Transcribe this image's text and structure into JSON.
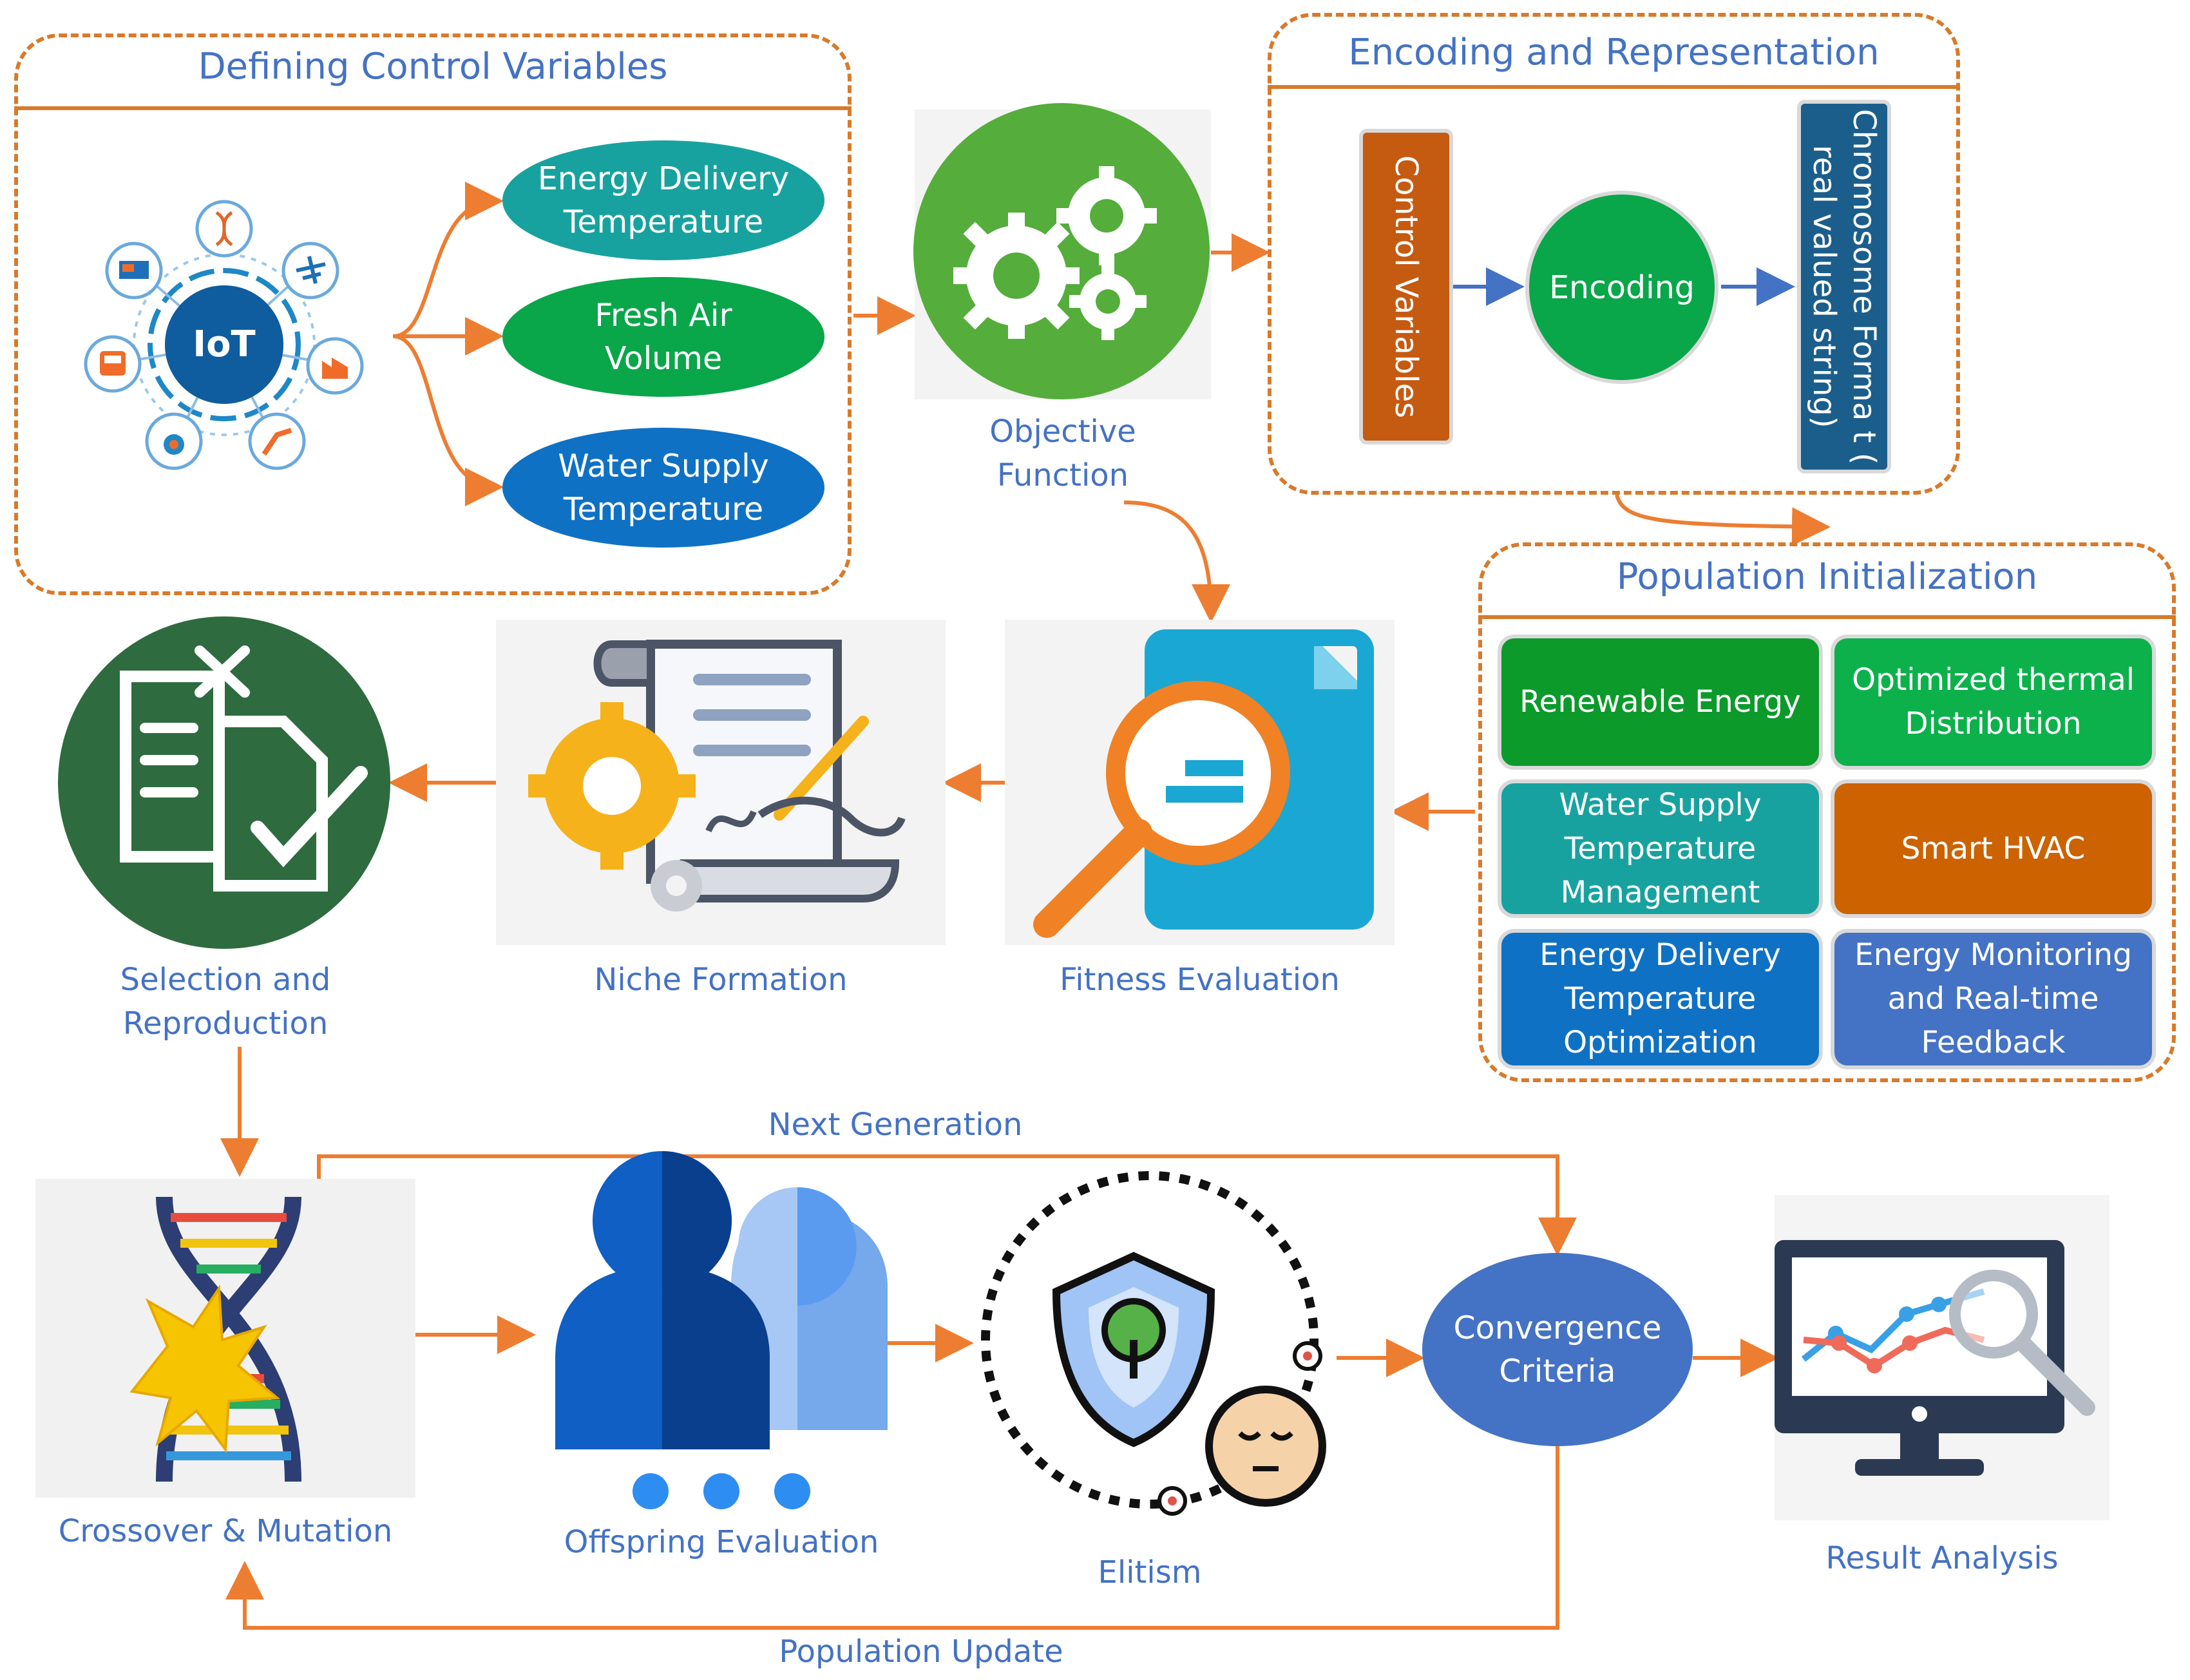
{
  "panels": {
    "control_variables": {
      "title": "Defining Control Variables",
      "center_badge": "IoT",
      "outputs": [
        {
          "line1": "Energy Delivery",
          "line2": "Temperature",
          "color": "#17a2a0"
        },
        {
          "line1": "Fresh Air",
          "line2": "Volume",
          "color": "#0aa64a"
        },
        {
          "line1": "Water Supply",
          "line2": "Temperature",
          "color": "#0f71c4"
        }
      ]
    },
    "encoding": {
      "title": "Encoding and Representation",
      "left_bar": "Control Variables",
      "circle": "Encoding",
      "right_bar_line1": "Chromosome Forma t (",
      "right_bar_line2": "real valued string)"
    },
    "population": {
      "title": "Population Initialization",
      "boxes": [
        {
          "line1": "Renewable Energy",
          "line2": "",
          "line3": "",
          "color": "#0c9a2b"
        },
        {
          "line1": "Optimized thermal",
          "line2": "Distribution",
          "line3": "",
          "color": "#0cb14b"
        },
        {
          "line1": "Water Supply",
          "line2": "Temperature",
          "line3": "Management",
          "color": "#17a2a0"
        },
        {
          "line1": "Smart HVAC",
          "line2": "",
          "line3": "",
          "color": "#cc6200"
        },
        {
          "line1": "Energy Delivery",
          "line2": "Temperature",
          "line3": "Optimization",
          "color": "#0f71c4"
        },
        {
          "line1": "Energy Monitoring",
          "line2": "and Real-time",
          "line3": "Feedback",
          "color": "#4472c4"
        }
      ]
    }
  },
  "steps": {
    "objective_line1": "Objective",
    "objective_line2": "Function",
    "fitness": "Fitness Evaluation",
    "niche": "Niche Formation",
    "selection_line1": "Selection and",
    "selection_line2": "Reproduction",
    "crossover": "Crossover & Mutation",
    "offspring": "Offspring Evaluation",
    "elitism": "Elitism",
    "convergence_line1": "Convergence",
    "convergence_line2": "Criteria",
    "result": "Result Analysis"
  },
  "edges": {
    "next_generation": "Next Generation",
    "population_update": "Population Update"
  },
  "colors": {
    "accent_orange": "#ed7d31",
    "label_blue": "#4472c4",
    "panel_border": "#d87a2b"
  }
}
